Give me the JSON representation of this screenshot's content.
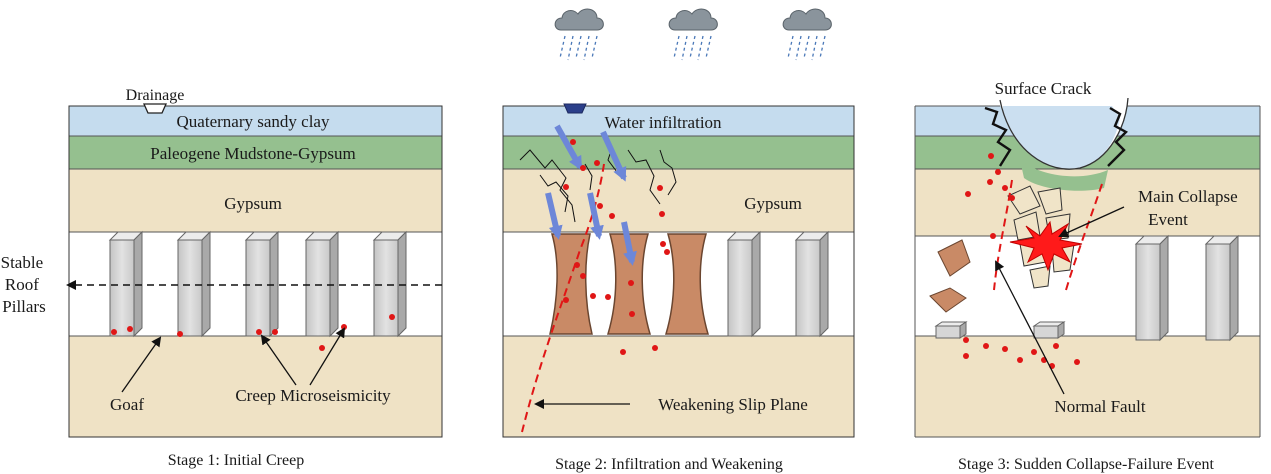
{
  "colors": {
    "quaternary_clay": "#c5dcee",
    "mudstone_gypsum": "#95c08f",
    "gypsum": "#efe2c5",
    "pillar": "#d6d6d6",
    "weakened_pillar": "#c98a66",
    "microseismic_event": "#e01616",
    "water_arrow": "#6d87d8",
    "collapse_star": "#ff1a1a"
  },
  "rain_icons": [
    "rain-cloud-icon",
    "rain-cloud-icon",
    "rain-cloud-icon"
  ],
  "stage1": {
    "caption": "Stage 1: Initial Creep",
    "drainage_label": "Drainage",
    "layer_top": "Quaternary sandy clay",
    "layer_mid": "Paleogene Mudstone-Gypsum",
    "layer_gypsum": "Gypsum",
    "side_label_lines": [
      "Stable",
      "Roof",
      "Pillars"
    ],
    "goaf_label": "Goaf",
    "creep_label": "Creep Microseismicity"
  },
  "stage2": {
    "caption": "Stage 2: Infiltration and Weakening",
    "layer_top": "Water infiltration",
    "layer_gypsum": "Gypsum",
    "slip_label": "Weakening Slip Plane"
  },
  "stage3": {
    "caption": "Stage 3: Sudden Collapse-Failure  Event",
    "crack_label": "Surface Crack",
    "collapse_label_lines": [
      "Main Collapse",
      "Event"
    ],
    "fault_label": "Normal Fault"
  }
}
